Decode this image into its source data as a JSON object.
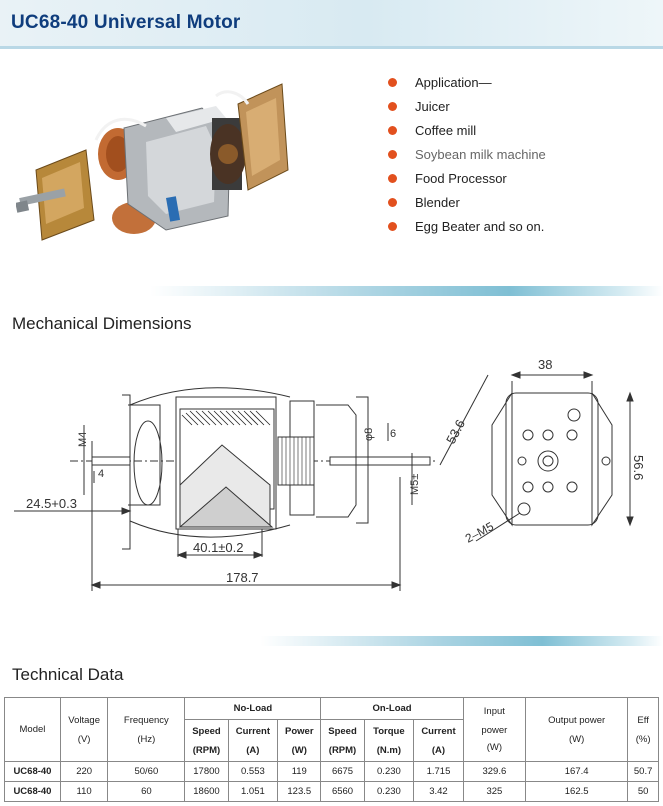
{
  "header": {
    "title": "UC68-40 Universal Motor"
  },
  "applications": [
    "Application—",
    "Juicer",
    "Coffee mill",
    "Soybean milk machine",
    "Food Processor",
    "Blender",
    "Egg Beater and so on."
  ],
  "sections": {
    "mechanical": "Mechanical Dimensions",
    "technical": "Technical Data"
  },
  "dimensions": {
    "d38": "38",
    "d53_6": "53.6",
    "d56_6": "56.6",
    "m4": "M4",
    "d4": "4",
    "d24_5": "24.5+0.3",
    "d40_1": "40.1±0.2",
    "d178_7": "178.7",
    "phi8": "φ8",
    "d6": "6",
    "m5": "M5±",
    "m5_holes": "2–M5"
  },
  "colors": {
    "accent_dot": "#e2501e",
    "title": "#0f3d7d",
    "divider": "#7fbfd4"
  },
  "table": {
    "header": {
      "model": "Model",
      "voltage": "Voltage",
      "voltage_unit": "(V)",
      "frequency": "Frequency",
      "frequency_unit": "(Hz)",
      "no_load": "No-Load",
      "on_load": "On-Load",
      "input_power": "Input",
      "input_power2": "power",
      "input_power_unit": "(W)",
      "output_power": "Output power",
      "output_power_unit": "(W)",
      "eff": "Eff",
      "eff_unit": "(%)",
      "speed": "Speed",
      "speed_unit": "(RPM)",
      "current": "Current",
      "current_unit": "(A)",
      "power": "Power",
      "power_unit": "(W)",
      "torque": "Torque",
      "torque_unit": "(N.m)"
    },
    "rows": [
      [
        "UC68-40",
        "220",
        "50/60",
        "17800",
        "0.553",
        "119",
        "6675",
        "0.230",
        "1.715",
        "329.6",
        "167.4",
        "50.7"
      ],
      [
        "UC68-40",
        "110",
        "60",
        "18600",
        "1.051",
        "123.5",
        "6560",
        "0.230",
        "3.42",
        "325",
        "162.5",
        "50"
      ]
    ]
  }
}
